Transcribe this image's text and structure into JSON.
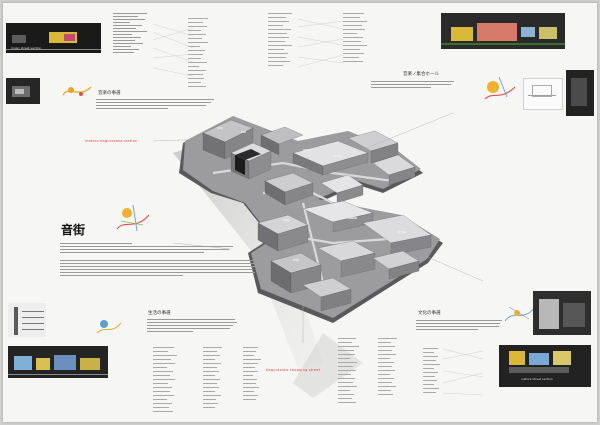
{
  "title": "音街",
  "labels": {
    "station": "metoro Kagurazaka station",
    "street": "Kagurazaka shopping street"
  },
  "section_heads": {
    "music": "音楽の事選",
    "hall": "音楽ノ集合ホール",
    "life": "生活の事選",
    "culture": "文化の事選"
  },
  "captions": {
    "top_left": "music street section",
    "bottom_right": "culture street section"
  },
  "colors": {
    "accent": "#e04040",
    "model": "#6c6c6e",
    "roof": "#cfcfd2",
    "board": "#f6f6f4"
  }
}
